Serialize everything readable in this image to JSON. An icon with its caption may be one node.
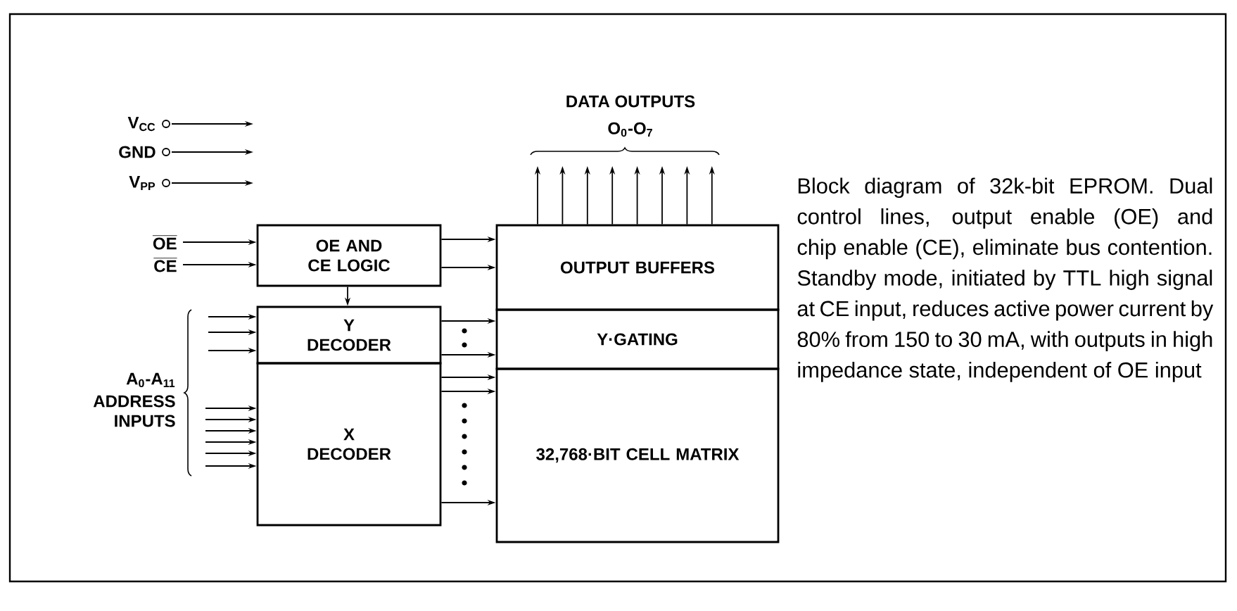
{
  "diagram": {
    "caption": "Block diagram of 32k-bit EPROM. Dual control lines, output enable (OE) and chip enable (CE), eliminate bus contention. Standby mode, initiated by TTL high signal at CE input, reduces active power current by 80% from 150 to 30 mA, with outputs in high impedance state, independent of OE input",
    "nodes": [
      {
        "text": [
          "V$_{CC}$"
        ]
      },
      {
        "text": [
          "GND"
        ]
      },
      {
        "text": [
          "V$_{PP}$"
        ]
      },
      {
        "text": [
          "OE"
        ]
      },
      {
        "text": [
          "CE"
        ]
      },
      {
        "text": [
          "OE AND CE LOGIC"
        ]
      },
      {
        "text": [
          "Y DECODER"
        ]
      },
      {
        "text": [
          "X DECODER"
        ]
      },
      {
        "text": [
          "OUTPUT BUFFERS"
        ]
      },
      {
        "text": [
          "Y·GATING"
        ]
      },
      {
        "text": [
          "32,768·BIT CELL MATRIX"
        ]
      }
    ],
    "edges": [
      {
        "from": 0,
        "to": null,
        "arrow": "to"
      },
      {
        "from": 1,
        "to": null,
        "arrow": "to"
      },
      {
        "from": 2,
        "to": null,
        "arrow": "to"
      },
      {
        "from": 3,
        "to": 5,
        "arrow": "to"
      },
      {
        "from": 4,
        "to": 5,
        "arrow": "to"
      },
      {
        "from": 5,
        "to": 8,
        "arrow": "to"
      },
      {
        "from": 5,
        "to": 8,
        "arrow": "to"
      },
      {
        "from": 5,
        "to": 6,
        "arrow": "to"
      },
      {
        "from": null,
        "to": 6,
        "arrow": "to"
      },
      {
        "from": null,
        "to": 6,
        "arrow": "to"
      },
      {
        "from": null,
        "to": 6,
        "arrow": "to"
      },
      {
        "from": null,
        "to": 7,
        "arrow": "to"
      },
      {
        "from": null,
        "to": 7,
        "arrow": "to"
      },
      {
        "from": null,
        "to": 7,
        "arrow": "to"
      },
      {
        "from": null,
        "to": 7,
        "arrow": "to"
      },
      {
        "from": null,
        "to": 7,
        "arrow": "to"
      },
      {
        "from": null,
        "to": 7,
        "arrow": "to"
      },
      {
        "from": 6,
        "to": 9,
        "arrow": "to"
      },
      {
        "from": 6,
        "to": 9,
        "arrow": "to"
      },
      {
        "from": 7,
        "to": 10,
        "arrow": "to"
      },
      {
        "from": 7,
        "to": 10,
        "arrow": "to"
      },
      {
        "from": 7,
        "to": 10,
        "arrow": "to"
      },
      {
        "from": 8,
        "to": null,
        "arrow": "to"
      },
      {
        "from": 8,
        "to": null,
        "arrow": "to"
      },
      {
        "from": 8,
        "to": null,
        "arrow": "to"
      },
      {
        "from": 8,
        "to": null,
        "arrow": "to"
      },
      {
        "from": 8,
        "to": null,
        "arrow": "to"
      },
      {
        "from": 8,
        "to": null,
        "arrow": "to"
      },
      {
        "from": 8,
        "to": null,
        "arrow": "to"
      },
      {
        "from": 8,
        "to": null,
        "arrow": "to"
      }
    ],
    "labels": [
      "DATA OUTPUTS",
      "O$_{0}$-O$_{7}$",
      "A$_{0}$-A$_{11}$",
      "ADDRESS INPUTS"
    ]
  }
}
